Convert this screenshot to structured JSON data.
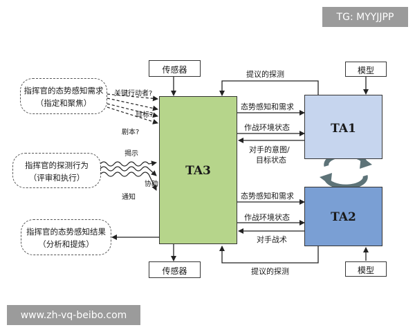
{
  "watermarks": {
    "top_right": "TG: MYYJJPP",
    "bottom_left": "www.zh-vq-beibo.com"
  },
  "colors": {
    "ta3_fill": "#b6d58b",
    "ta1_fill": "#c6d5ee",
    "ta2_fill": "#7a9fd4",
    "cycle_arrow": "#5d7378",
    "badge_bg": "#9b9b9b"
  },
  "nodes": {
    "ta3": "TA3",
    "ta1": "TA1",
    "ta2": "TA2",
    "sensor_top": "传感器",
    "sensor_bottom": "传感器",
    "model_top": "模型",
    "model_bottom": "模型"
  },
  "commander": {
    "needs_title": "指挥官的态势感知需求",
    "needs_sub": "（指定和聚焦）",
    "behavior_title": "指挥官的探测行为",
    "behavior_sub": "（评审和执行）",
    "results_title": "指挥官的态势感知结果",
    "results_sub": "（分析和提炼）"
  },
  "edge_labels": {
    "key_actor": "关键行动者?",
    "goal": "目标?",
    "script": "剧本?",
    "reveal": "揭示",
    "assist": "协助",
    "notify": "通知",
    "ta1_probe": "提议的探测",
    "ta1_needs": "态势感知和需求",
    "ta1_env": "作战环境状态",
    "ta1_intent_1": "对手的意图/",
    "ta1_intent_2": "目标状态",
    "ta2_needs": "态势感知和需求",
    "ta2_env": "作战环境状态",
    "ta2_tactics": "对手战术",
    "ta2_probe": "提议的探测"
  }
}
